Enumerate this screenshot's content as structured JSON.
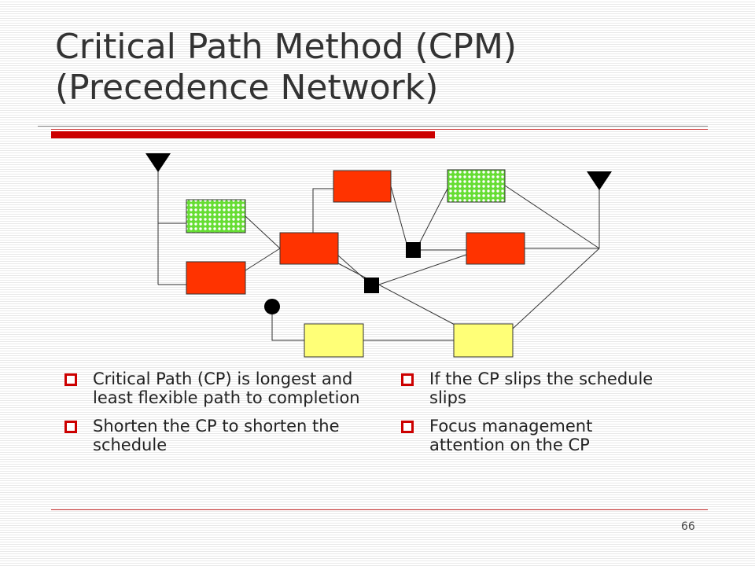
{
  "slide": {
    "title_line1": "Critical Path Method (CPM)",
    "title_line2": "(Precedence Network)",
    "page_number": "66"
  },
  "bullets_left": [
    "Critical Path (CP) is longest and least flexible path to completion",
    "Shorten the CP to shorten the schedule"
  ],
  "bullets_right": [
    "If the CP slips the schedule slips",
    "Focus management attention on the CP"
  ],
  "colors": {
    "critical": "#ff3300",
    "noncritical_dotted": "#66dd33",
    "noncritical_plain": "#ffff77",
    "accent": "#cc0000"
  }
}
